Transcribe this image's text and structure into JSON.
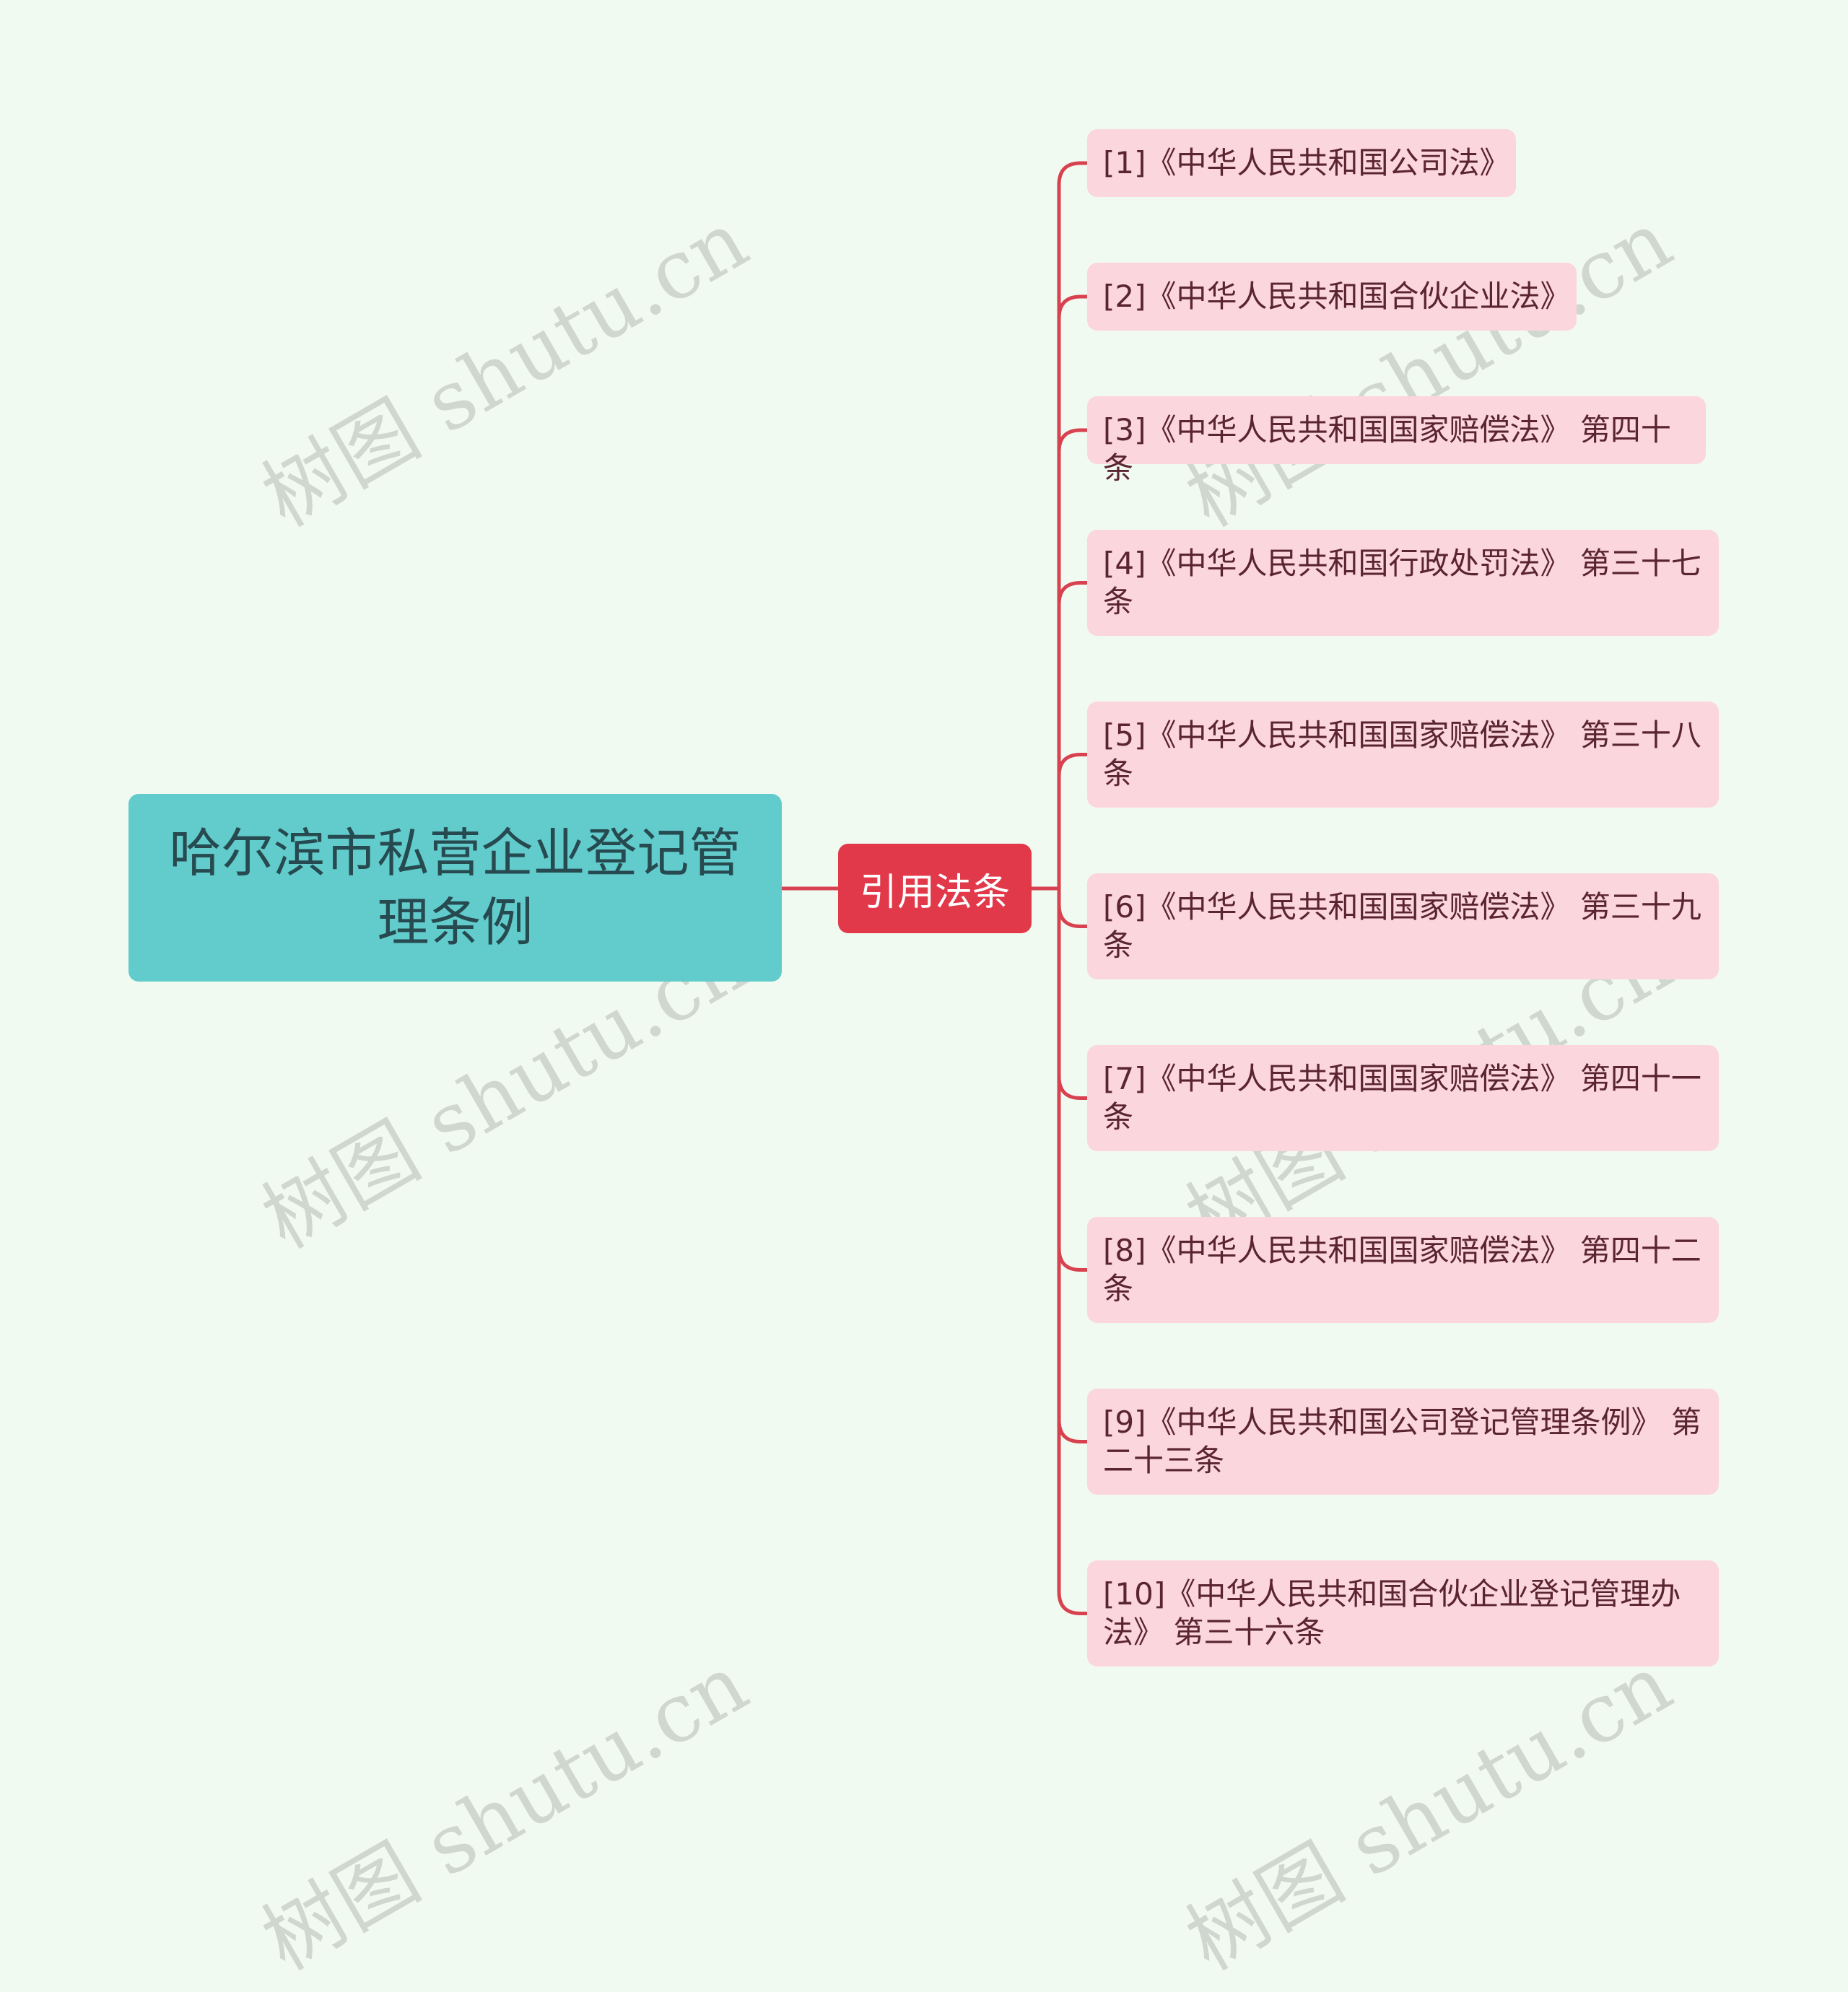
{
  "root": {
    "title": "哈尔滨市私营企业登记管理条例"
  },
  "branch": {
    "label": "引用法条"
  },
  "leaves": [
    "[1]《中华人民共和国公司法》",
    "[2]《中华人民共和国合伙企业法》",
    "[3]《中华人民共和国国家赔偿法》 第四十条",
    "[4]《中华人民共和国行政处罚法》 第三十七条",
    "[5]《中华人民共和国国家赔偿法》 第三十八条",
    "[6]《中华人民共和国国家赔偿法》 第三十九条",
    "[7]《中华人民共和国国家赔偿法》 第四十一条",
    "[8]《中华人民共和国国家赔偿法》 第四十二条",
    "[9]《中华人民共和国公司登记管理条例》 第二十三条",
    "[10]《中华人民共和国合伙企业登记管理办法》 第三十六条"
  ],
  "watermark": "树图 shutu.cn",
  "colors": {
    "background": "#f1faf0",
    "root_fill": "#62cbcc",
    "branch_fill": "#e2394a",
    "leaf_fill": "#fbd6dc",
    "connector": "#d8414f"
  }
}
